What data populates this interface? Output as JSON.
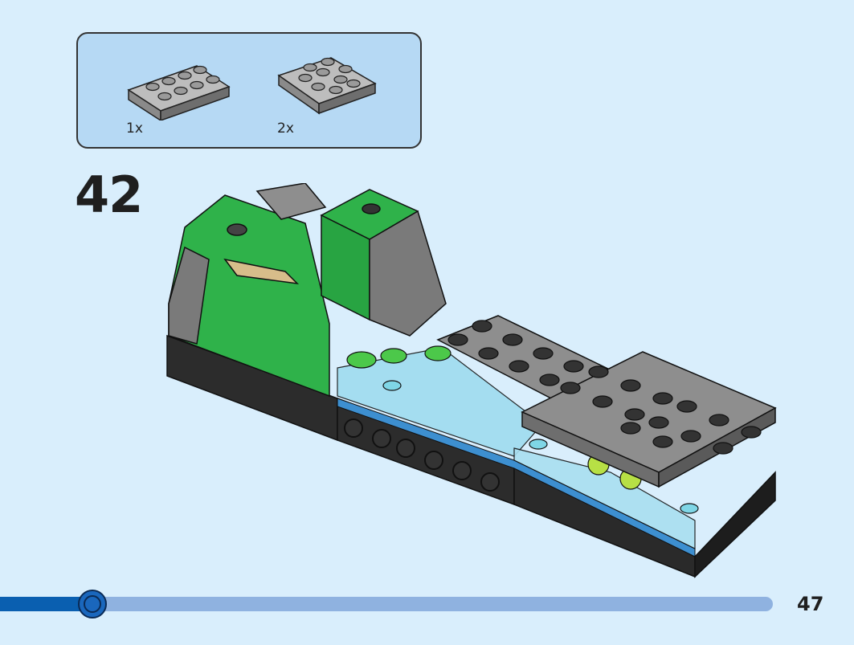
{
  "parts_callout": {
    "parts": [
      {
        "name": "gray-plate-2x4",
        "qty": "1x"
      },
      {
        "name": "gray-plate-3x3",
        "qty": "2x"
      }
    ]
  },
  "step": {
    "number": "42"
  },
  "progress": {
    "fraction": 0.12
  },
  "page": {
    "number": "47"
  },
  "colors": {
    "background": "#d9eefc",
    "callout": "#b6d9f4",
    "progress_track": "#8fb2e0",
    "progress_fill": "#0a5fb0",
    "brick_gray": "#8e8e8e",
    "brick_dark_gray": "#3a3a3a",
    "brick_green": "#2fb24a",
    "brick_trans_blue": "#9fdcef",
    "brick_blue": "#3d8fd0",
    "brick_tan": "#d7bd8a",
    "brick_lime": "#b7e045"
  }
}
